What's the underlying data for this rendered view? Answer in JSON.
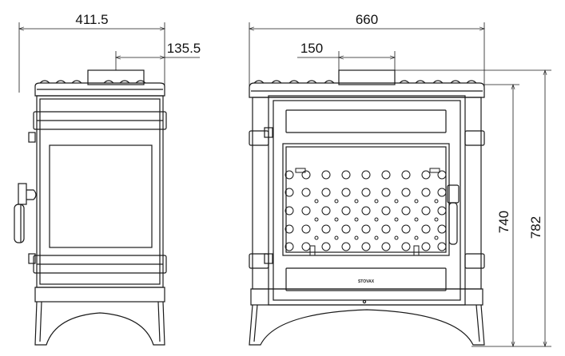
{
  "dimensions": {
    "side_depth": "411.5",
    "side_flue_offset": "135.5",
    "front_width": "660",
    "front_flue_offset": "150",
    "height_to_top": "740",
    "height_overall": "782"
  },
  "brand_label": "STOVAX",
  "colors": {
    "line": "#1a1a1a",
    "background": "#ffffff"
  }
}
